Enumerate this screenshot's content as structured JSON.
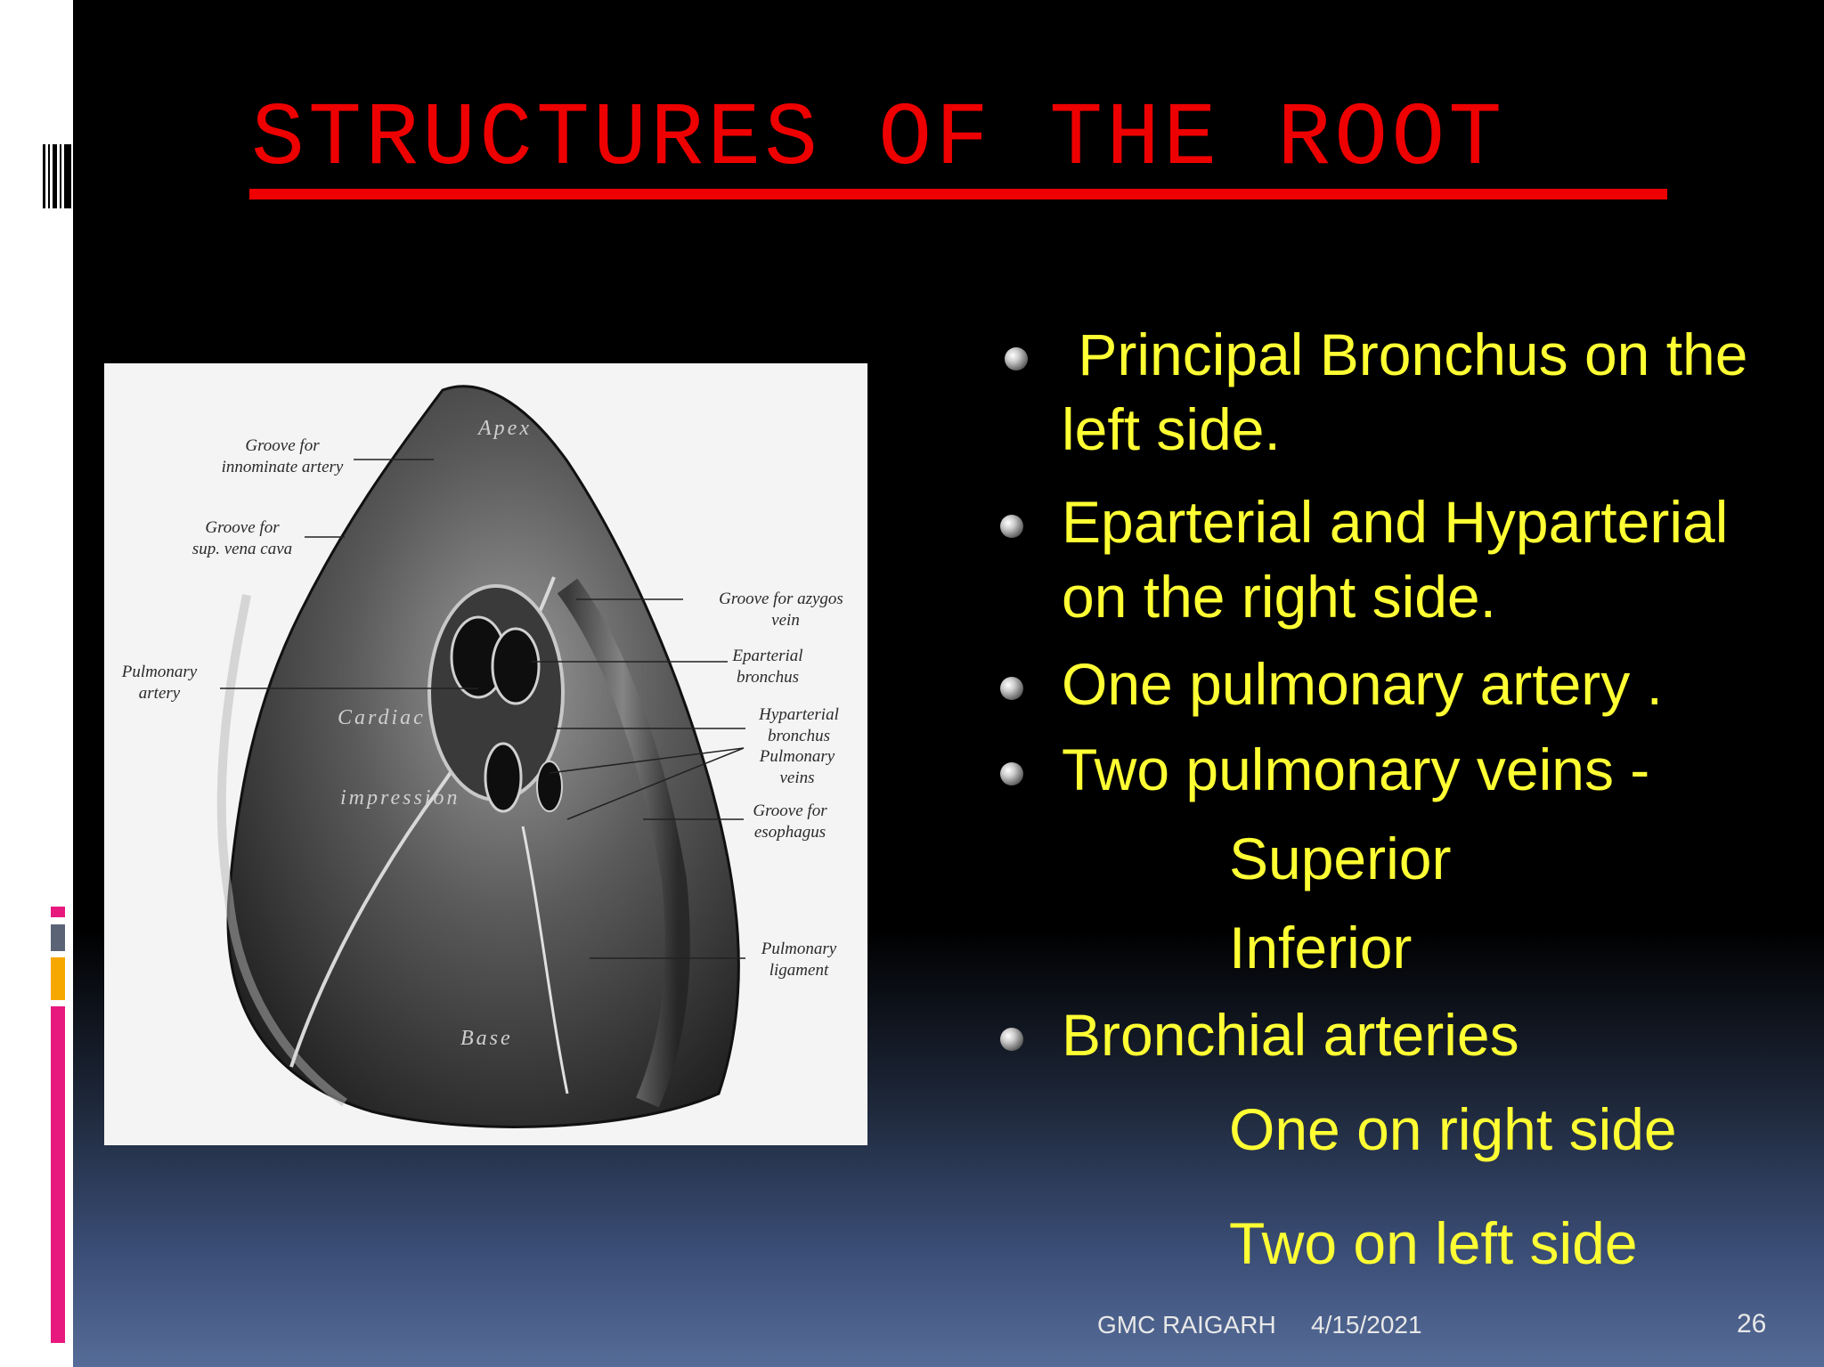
{
  "slide": {
    "title": "STRUCTURES OF THE ROOT",
    "figure": {
      "labels": {
        "groove_innominate_1": "Groove for",
        "groove_innominate_2": "innominate artery",
        "groove_svc_1": "Groove for",
        "groove_svc_2": "sup. vena cava",
        "pulmonary_artery_1": "Pulmonary",
        "pulmonary_artery_2": "artery",
        "apex": "Apex",
        "cardiac": "Cardiac",
        "impression": "impression",
        "base": "Base",
        "groove_azygos_1": "Groove for azygos",
        "groove_azygos_2": "vein",
        "eparterial_1": "Eparterial",
        "eparterial_2": "bronchus",
        "hyparterial_1": "Hyparterial",
        "hyparterial_2": "bronchus",
        "pulm_veins_1": "Pulmonary",
        "pulm_veins_2": "veins",
        "groove_esophagus_1": "Groove for",
        "groove_esophagus_2": "esophagus",
        "pulm_ligament_1": "Pulmonary",
        "pulm_ligament_2": "ligament"
      }
    },
    "bullets": [
      {
        "line1": " Principal Bronchus on the",
        "line2": "left side."
      },
      {
        "line1": "Eparterial and Hyparterial",
        "line2": "on the right side."
      },
      {
        "line1": "One pulmonary artery ."
      },
      {
        "line1": "Two pulmonary veins -"
      },
      {
        "line1": "Bronchial arteries"
      }
    ],
    "subitems": {
      "superior": "Superior",
      "inferior": "Inferior",
      "one_right": "One on right side",
      "two_left": "Two on left side"
    },
    "footer": {
      "org": "GMC RAIGARH",
      "date": "4/15/2021",
      "page": "26"
    },
    "colors": {
      "title": "#ee0000",
      "text": "#ffff33",
      "accent_pink": "#e8197e",
      "accent_gray": "#5a6476",
      "accent_orange": "#f7a800"
    }
  }
}
